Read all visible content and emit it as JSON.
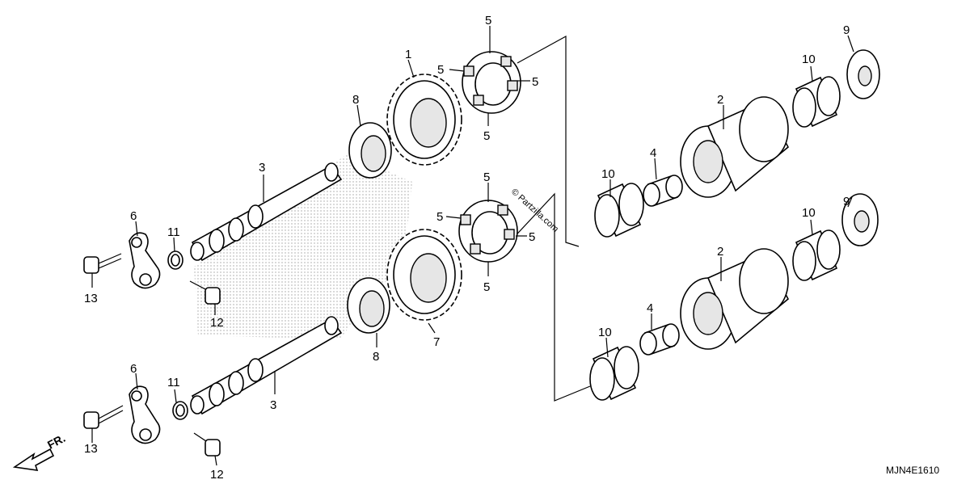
{
  "diagram": {
    "callouts": [
      {
        "id": "c1",
        "text": "1"
      },
      {
        "id": "c2a",
        "text": "2"
      },
      {
        "id": "c2b",
        "text": "2"
      },
      {
        "id": "c3a",
        "text": "3"
      },
      {
        "id": "c3b",
        "text": "3"
      },
      {
        "id": "c4a",
        "text": "4"
      },
      {
        "id": "c4b",
        "text": "4"
      },
      {
        "id": "c5a",
        "text": "5"
      },
      {
        "id": "c5b",
        "text": "5"
      },
      {
        "id": "c5c",
        "text": "5"
      },
      {
        "id": "c5d",
        "text": "5"
      },
      {
        "id": "c5e",
        "text": "5"
      },
      {
        "id": "c5f",
        "text": "5"
      },
      {
        "id": "c5g",
        "text": "5"
      },
      {
        "id": "c5h",
        "text": "5"
      },
      {
        "id": "c6a",
        "text": "6"
      },
      {
        "id": "c6b",
        "text": "6"
      },
      {
        "id": "c7",
        "text": "7"
      },
      {
        "id": "c8a",
        "text": "8"
      },
      {
        "id": "c8b",
        "text": "8"
      },
      {
        "id": "c9a",
        "text": "9"
      },
      {
        "id": "c9b",
        "text": "9"
      },
      {
        "id": "c10a",
        "text": "10"
      },
      {
        "id": "c10b",
        "text": "10"
      },
      {
        "id": "c10c",
        "text": "10"
      },
      {
        "id": "c10d",
        "text": "10"
      },
      {
        "id": "c11a",
        "text": "11"
      },
      {
        "id": "c11b",
        "text": "11"
      },
      {
        "id": "c12a",
        "text": "12"
      },
      {
        "id": "c12b",
        "text": "12"
      },
      {
        "id": "c13a",
        "text": "13"
      },
      {
        "id": "c13b",
        "text": "13"
      }
    ],
    "watermark": "© Partzilla.com",
    "direction_label": "FR.",
    "diagram_code": "MJN4E1610"
  }
}
